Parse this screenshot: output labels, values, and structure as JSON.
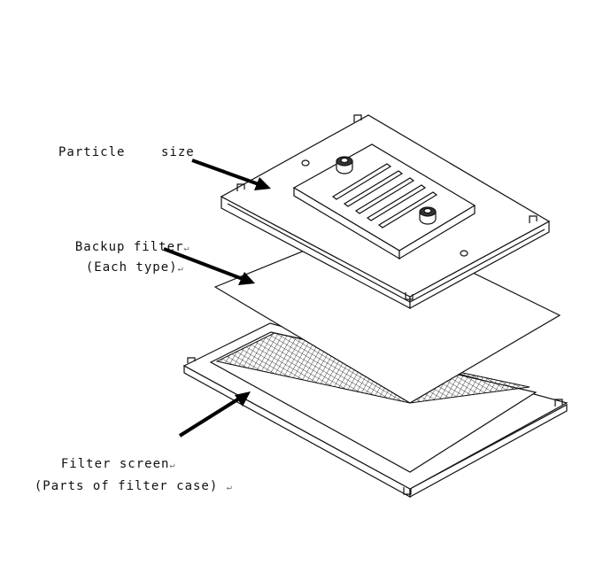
{
  "labels": {
    "particle_size_left": "Particle",
    "particle_size_right": "size",
    "backup_filter_line1": "Backup filter",
    "backup_filter_line2": "(Each type)",
    "filter_screen_line1": "Filter screen",
    "filter_screen_line2": "(Parts of filter case)",
    "return_mark": "↵"
  },
  "colors": {
    "line": "#111111",
    "fill": "#ffffff"
  },
  "icons": [
    "arrow-icon",
    "knob-icon",
    "slot-icon"
  ]
}
